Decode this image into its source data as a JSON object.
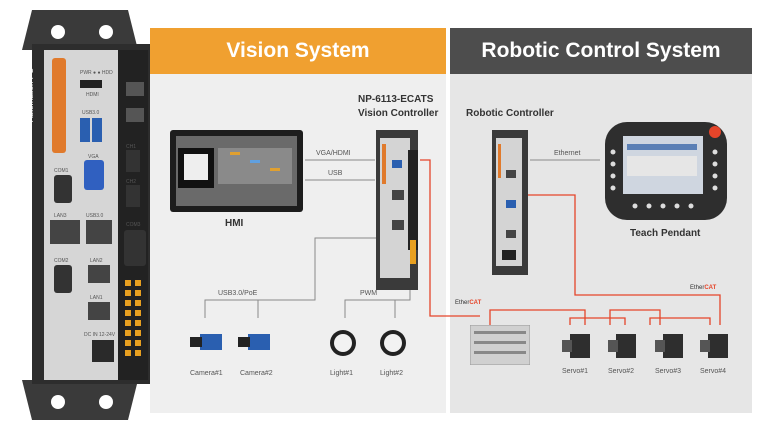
{
  "side_device": {
    "brand": "Automation PC",
    "leds": "PWR ● ● HDD",
    "ports": [
      "HDMI",
      "USB3.0",
      "VGA",
      "CH1",
      "CH2",
      "COM1",
      "COM3",
      "LAN3",
      "LAN2",
      "LAN1",
      "USB3.0",
      "COM2",
      "DC IN 12-24V"
    ]
  },
  "vision": {
    "title": "Vision System",
    "controller_label_1": "NP-6113-ECATS",
    "controller_label_2": "Vision Controller",
    "hmi_label": "HMI",
    "link_vga": "VGA/HDMI",
    "link_usb": "USB",
    "link_usb3poe": "USB3.0/PoE",
    "link_pwm": "PWM",
    "cameras": [
      "Camera#1",
      "Camera#2"
    ],
    "lights": [
      "Light#1",
      "Light#2"
    ]
  },
  "robot": {
    "title": "Robotic Control System",
    "controller_label": "Robotic Controller",
    "link_ethernet": "Ethernet",
    "teach_pendant_label": "Teach Pendant",
    "servos": [
      "Servo#1",
      "Servo#2",
      "Servo#3",
      "Servo#4"
    ]
  },
  "ethercat": {
    "prefix": "Ether",
    "suffix": "CAT"
  },
  "colors": {
    "vision_accent": "#f0a030",
    "robot_accent": "#4d4d4d",
    "ethercat_line": "#e5452a"
  }
}
